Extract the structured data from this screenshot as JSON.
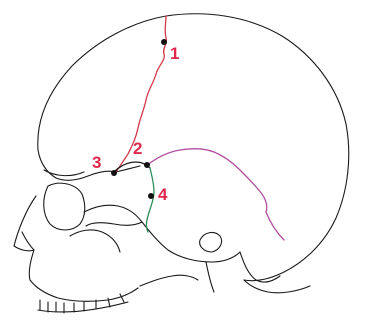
{
  "colors": {
    "outline": "#1a1a1a",
    "suture_red": "#d23a4a",
    "suture_green": "#2f8f5a",
    "suture_purple": "#b04fa0",
    "label": "#e0284a",
    "point": "#111111"
  },
  "landmarks": [
    {
      "label": "1"
    },
    {
      "label": "2"
    },
    {
      "label": "3"
    },
    {
      "label": "4"
    }
  ]
}
